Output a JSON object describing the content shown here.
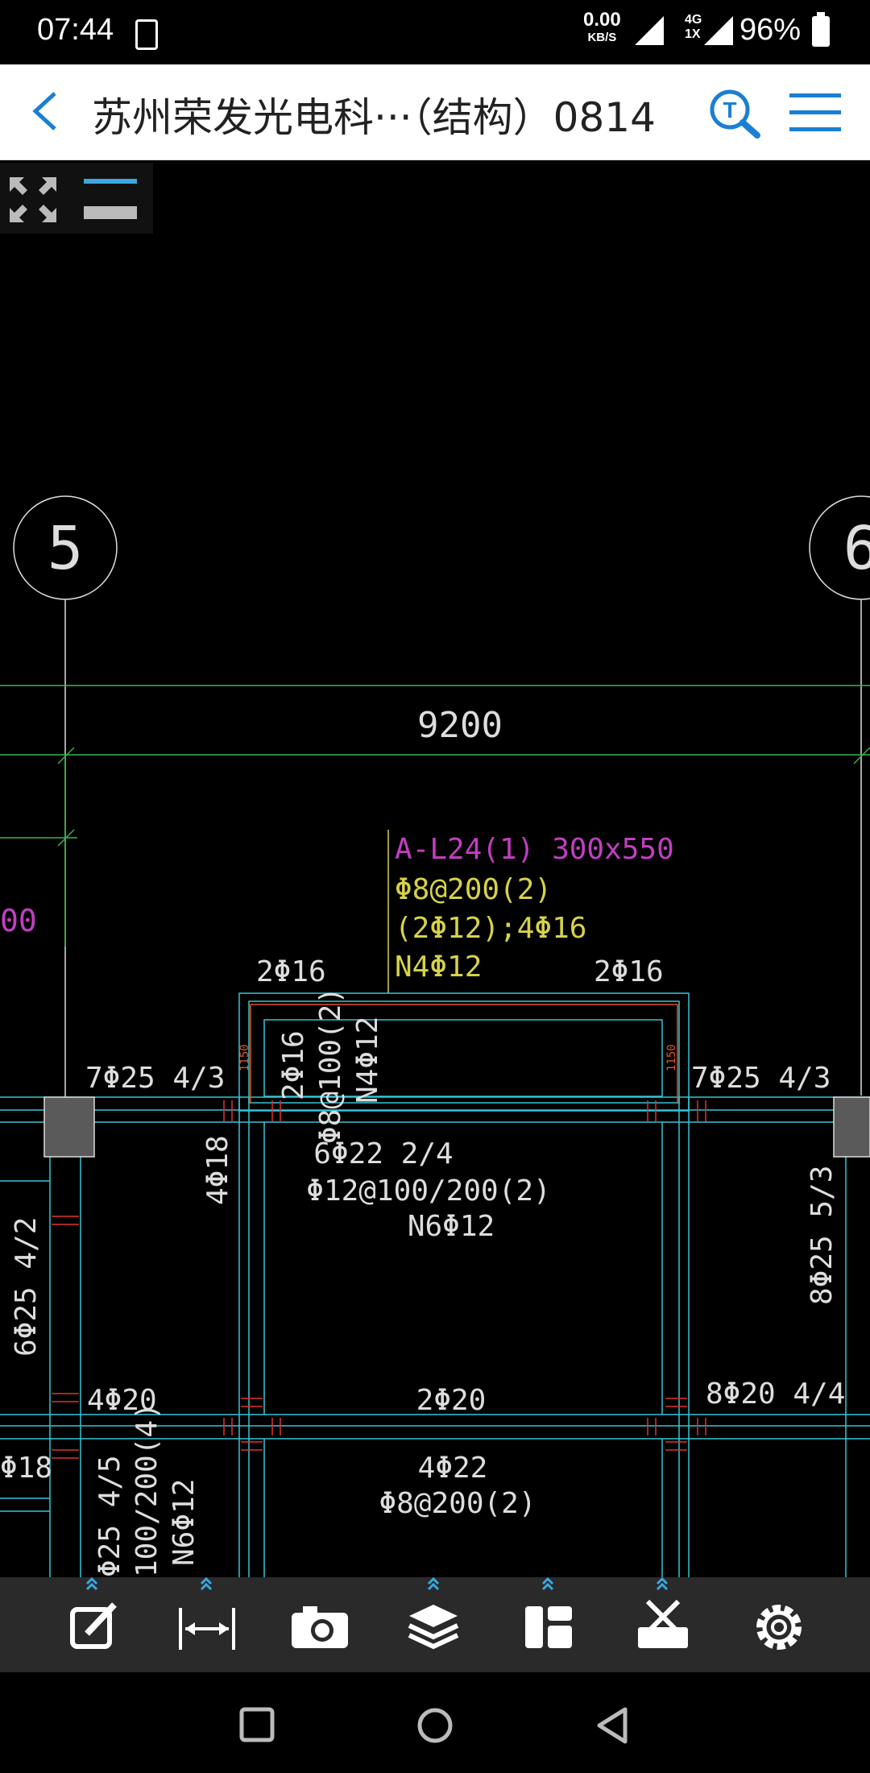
{
  "status_bar": {
    "time": "07:44",
    "speed_value": "0.00",
    "speed_unit": "KB/S",
    "network_top": "4G",
    "network_bottom": "1X",
    "battery": "96%"
  },
  "header": {
    "title": "苏州荣发光电科···（结构）0814",
    "back_icon": "chevron-left-icon",
    "search_icon": "search-icon",
    "menu_icon": "hamburger-menu-icon",
    "accent_color": "#1a7fd4"
  },
  "drawing": {
    "grid_axes": [
      "5",
      "6"
    ],
    "dimension": "9200",
    "beam_label": "A-L24(1) 300x550",
    "beam_stirrup": "Φ8@200(2)",
    "beam_bars": "(2Φ12);4Φ16",
    "beam_torsion": "N4Φ12",
    "left_partial_dim": "00",
    "labels": {
      "top_left_2phi16": "2Φ16",
      "top_right_2phi16": "2Φ16",
      "left_7phi25": "7Φ25 4/3",
      "right_7phi25": "7Φ25 4/3",
      "dim_1150_left": "1150",
      "dim_1150_right": "1150",
      "vert_2phi16": "2Φ16",
      "vert_phi8": "Φ8@100(2)",
      "vert_n4": "N4Φ12",
      "mid_6phi22": "6Φ22 2/4",
      "mid_phi12": "Φ12@100/200(2)",
      "mid_n6": "N6Φ12",
      "vert_4phi18": "4Φ18",
      "vert_6phi25": "6Φ25 4/2",
      "vert_8phi25": "8Φ25 5/3",
      "bottom_4phi20": "4Φ20",
      "bottom_2phi20": "2Φ20",
      "bottom_8phi20": "8Φ20 4/4",
      "left_phi18": "Φ18",
      "lower_4phi22": "4Φ22",
      "lower_phi8": "Φ8@200(2)",
      "lower_vert_phi25": "Φ25 4/5",
      "lower_vert_100": "100/200(4)",
      "lower_vert_n6": "N6Φ12"
    }
  },
  "view_tools": {
    "expand_icon": "fullscreen-expand-icon",
    "layers_icon": "layers-toggle-icon"
  },
  "toolbar": {
    "items": [
      {
        "icon": "edit-icon"
      },
      {
        "icon": "measure-icon"
      },
      {
        "icon": "camera-icon"
      },
      {
        "icon": "layers-icon"
      },
      {
        "icon": "layout-icon"
      },
      {
        "icon": "tools-icon"
      },
      {
        "icon": "settings-gear-icon"
      }
    ]
  },
  "navbar": {
    "recents_icon": "square-recents-icon",
    "home_icon": "circle-home-icon",
    "back_icon": "triangle-back-icon"
  }
}
